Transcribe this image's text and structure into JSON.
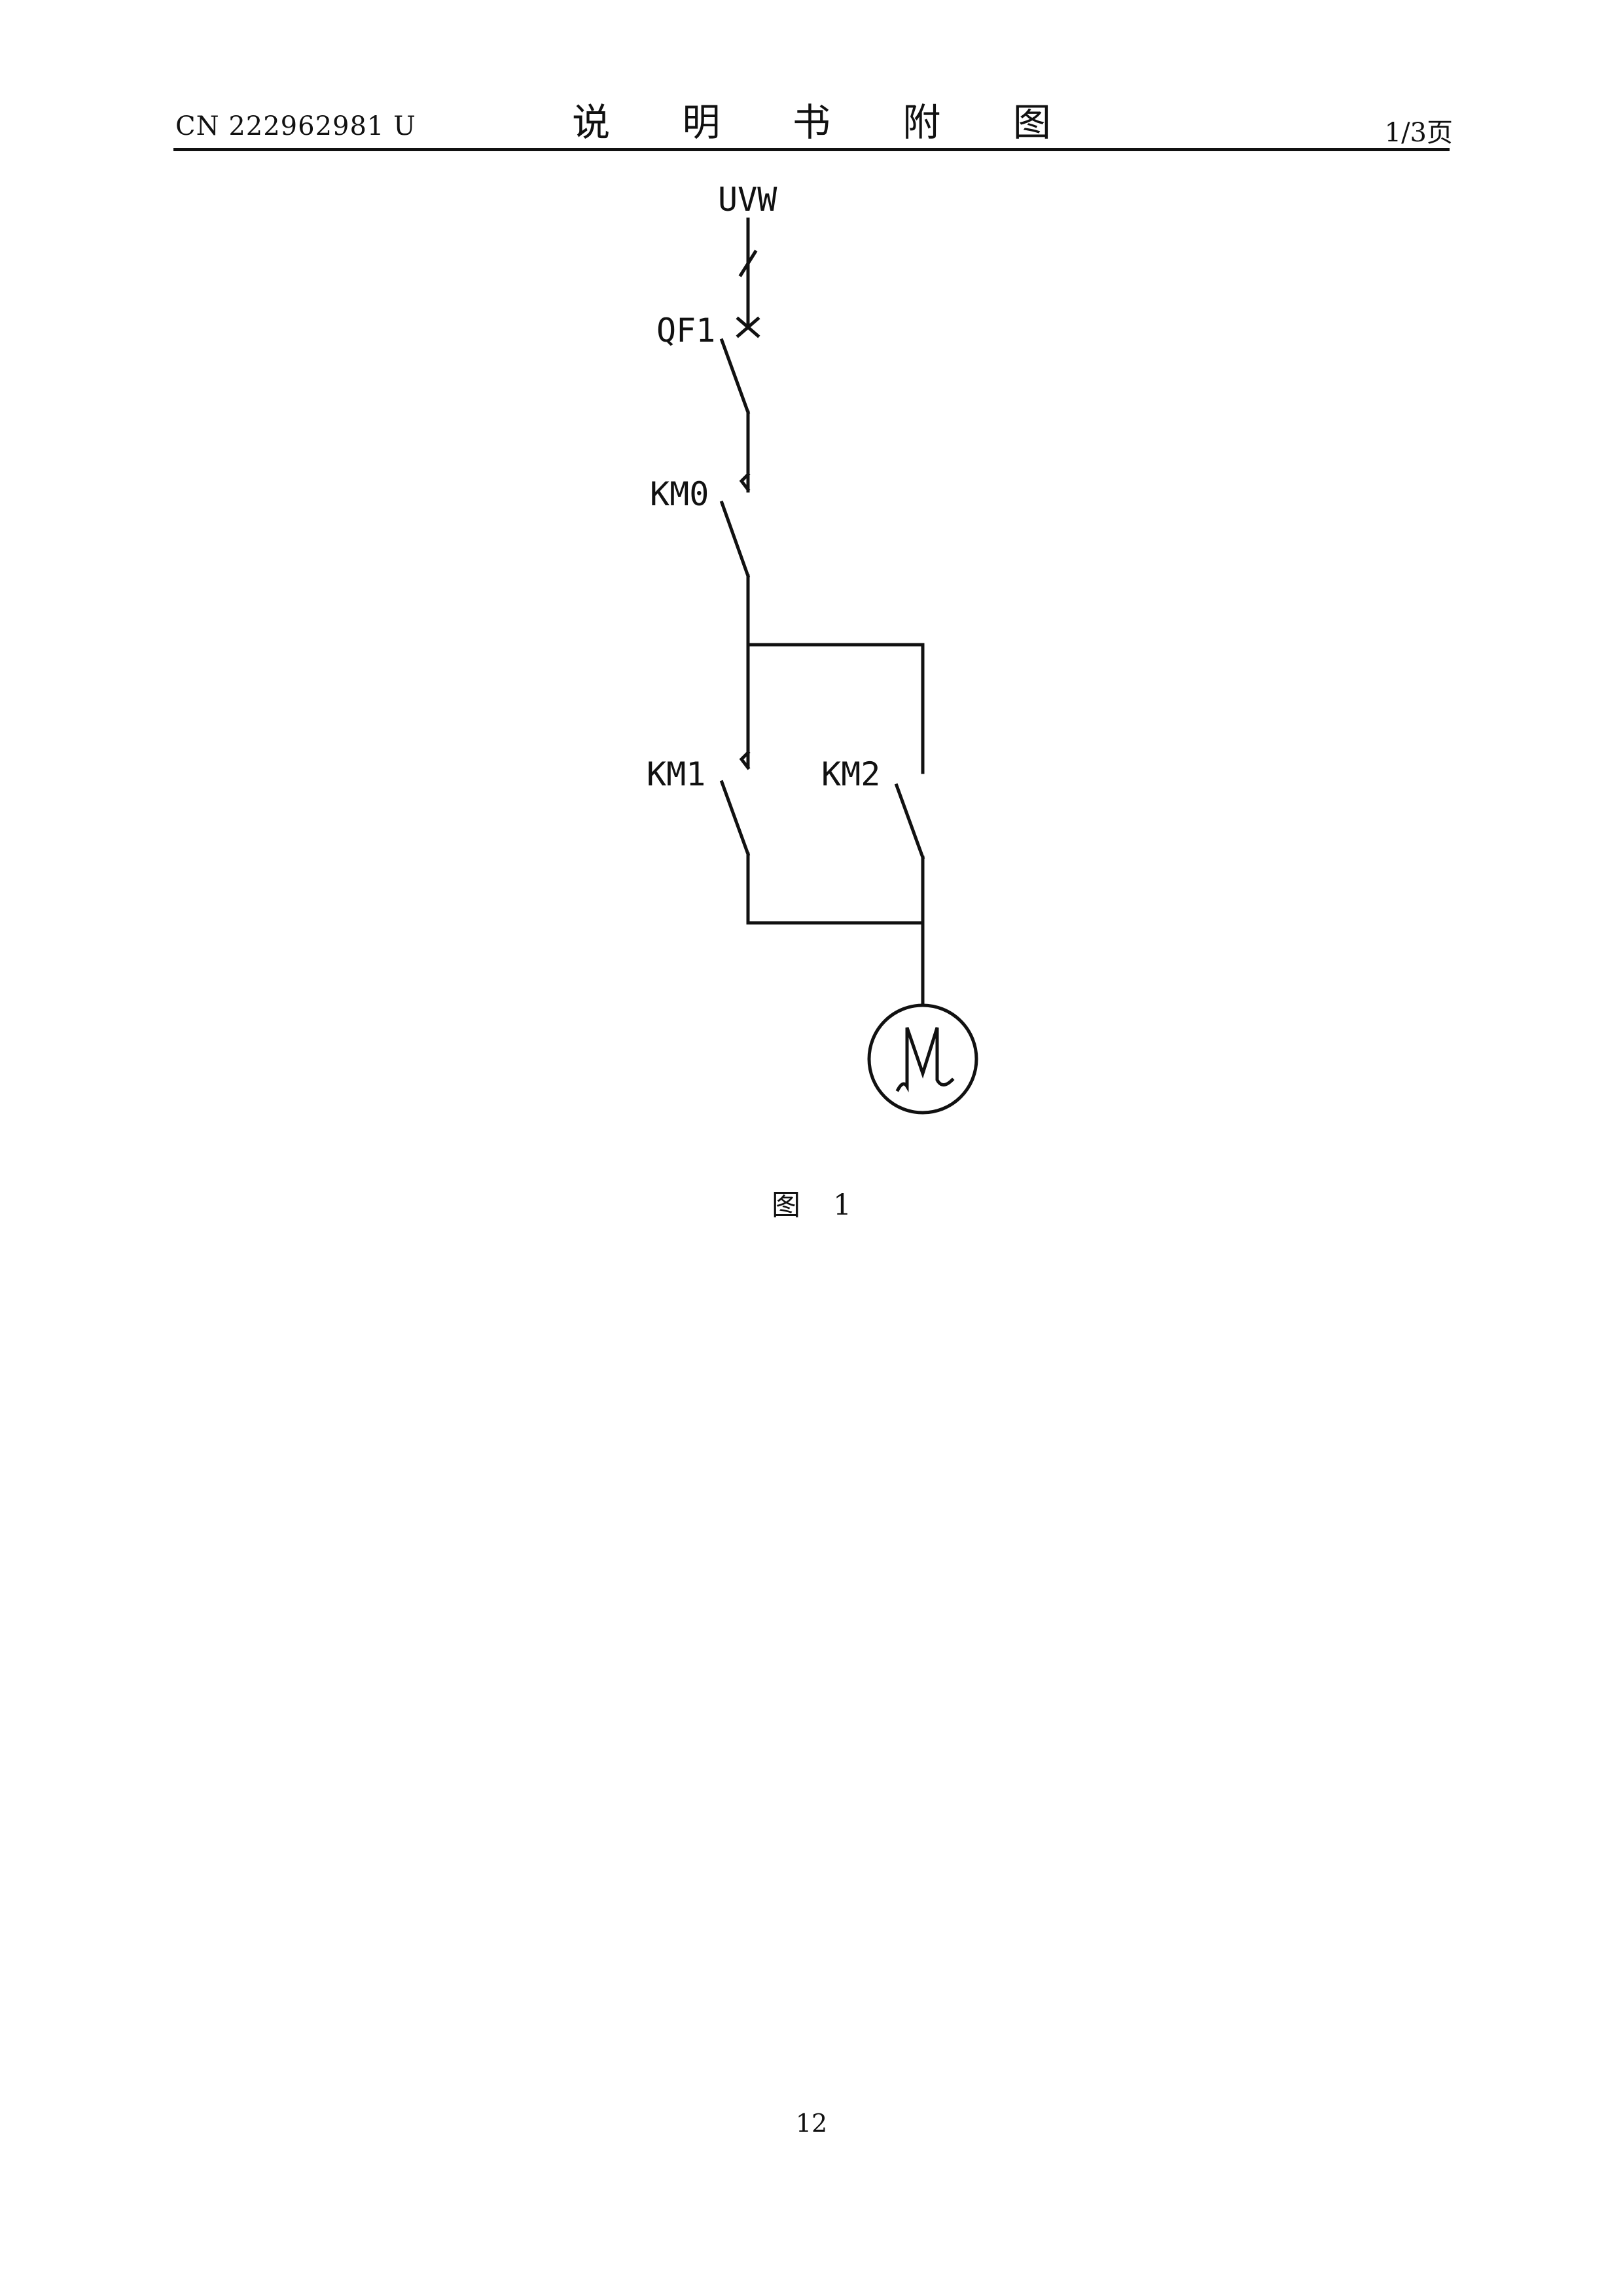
{
  "header": {
    "publication_number": "CN 222962981 U",
    "title": "说 明 书 附 图",
    "page_indicator": "1/3页"
  },
  "diagram": {
    "labels": {
      "supply": "UVW",
      "breaker": "QF1",
      "main_contactor": "KM0",
      "contactor_1": "KM1",
      "contactor_2": "KM2",
      "motor": "M"
    }
  },
  "figure_caption": "图 1",
  "page_number": "12"
}
